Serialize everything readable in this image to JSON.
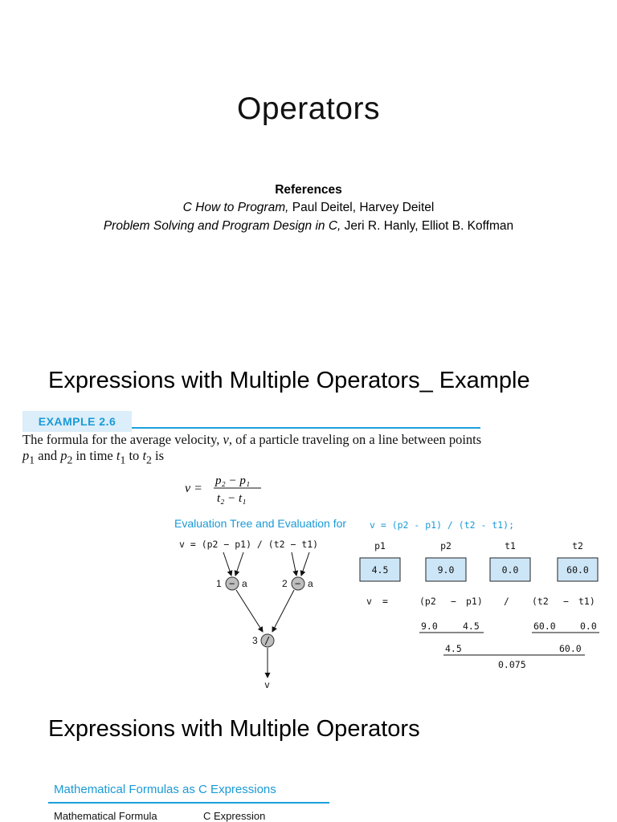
{
  "slide1": {
    "title": "Operators",
    "references_heading": "References",
    "ref1_title": "C How to Program,",
    "ref1_authors": " Paul Deitel, Harvey Deitel",
    "ref2_title": "Problem Solving and Program Design in C,",
    "ref2_authors": "  Jeri R. Hanly, Elliot B. Koffman"
  },
  "slide2": {
    "title": "Expressions with Multiple Operators_ Example",
    "example_tag": "EXAMPLE 2.6",
    "example_text": {
      "a": "The formula for the average velocity, ",
      "b": "v",
      "c": ", of a particle traveling on a line between points ",
      "d": "p",
      "e": "1",
      "f": " and ",
      "g": "p",
      "h": "2",
      "i": " in time ",
      "j": "t",
      "k": "1",
      "l": " to ",
      "m": "t",
      "n": "2",
      "o": " is"
    },
    "formula": {
      "lhs": "v =",
      "num": "p₂ − p₁",
      "den": "t₂ − t₁"
    },
    "eval_caption": "Evaluation Tree and Evaluation for",
    "eval_code": "v = (p2 - p1) / (t2 - t1);",
    "tree": {
      "expr": "v = (p2 − p1) / (t2 − t1)",
      "node1_num": "1",
      "node1_op": "−",
      "node1_assoc": "a",
      "node2_num": "2",
      "node2_op": "−",
      "node2_assoc": "a",
      "node3_num": "3",
      "node3_op": "/",
      "result": "v"
    },
    "vars": [
      {
        "name": "p1",
        "value": "4.5"
      },
      {
        "name": "p2",
        "value": "9.0"
      },
      {
        "name": "t1",
        "value": "0.0"
      },
      {
        "name": "t2",
        "value": "60.0"
      }
    ],
    "evaluation": {
      "row1": {
        "v": "v",
        "eq": "=",
        "p2": "(p2",
        "m1": "−",
        "p1": "p1)",
        "div": "/",
        "t2": "(t2",
        "m2": "−",
        "t1": "t1)"
      },
      "row2": {
        "a": "9.0",
        "b": "4.5",
        "c": "60.0",
        "d": "0.0"
      },
      "row3": {
        "a": "4.5",
        "b": "60.0"
      },
      "row4": {
        "a": "0.075"
      }
    }
  },
  "slide3": {
    "title": "Expressions with Multiple Operators",
    "table_caption": "Mathematical Formulas as C Expressions",
    "col1": "Mathematical Formula",
    "col2": "C Expression"
  },
  "colors": {
    "accent": "#1a9ad6",
    "tag_bg": "#dbeef9",
    "box_fill": "#cde6f7",
    "node_fill": "#bdbdbd"
  }
}
